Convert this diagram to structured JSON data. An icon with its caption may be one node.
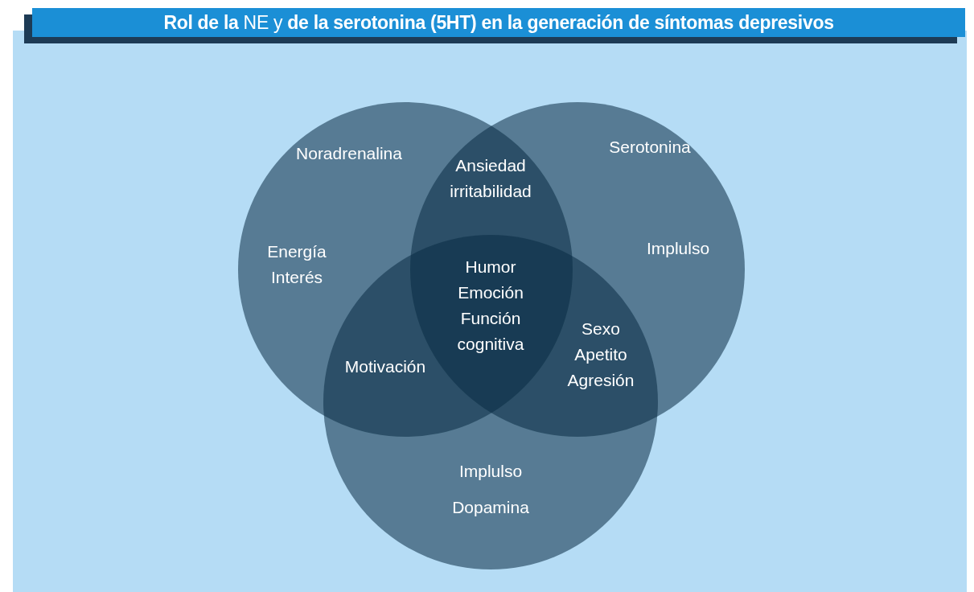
{
  "diagram": {
    "title": "**Rol de la** NE y **de la serotonina (5HT) en la generación de síntomas depresivos**",
    "nodes": [
      {
        "text": [
          "Noradrenalina",
          "Energía Interés"
        ]
      },
      {
        "text": [
          "Serotonina",
          "Implulso"
        ]
      },
      {
        "text": [
          "Implulso",
          "Dopamina"
        ]
      }
    ],
    "edges": [],
    "labels": [
      "Ansiedad irritabilidad",
      "Humor Emoción Función cognitiva",
      "Motivación",
      "Sexo Apetito Agresión"
    ]
  }
}
